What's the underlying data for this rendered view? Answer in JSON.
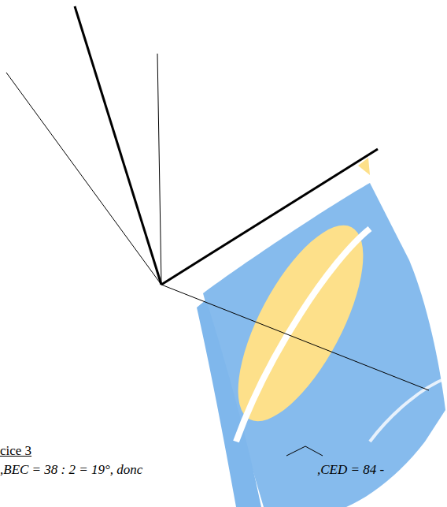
{
  "diagram": {
    "labels": [
      "cice 3",
      ",BEC = 38 : 2 = 19°, donc",
      ",CED = 84 -"
    ]
  }
}
